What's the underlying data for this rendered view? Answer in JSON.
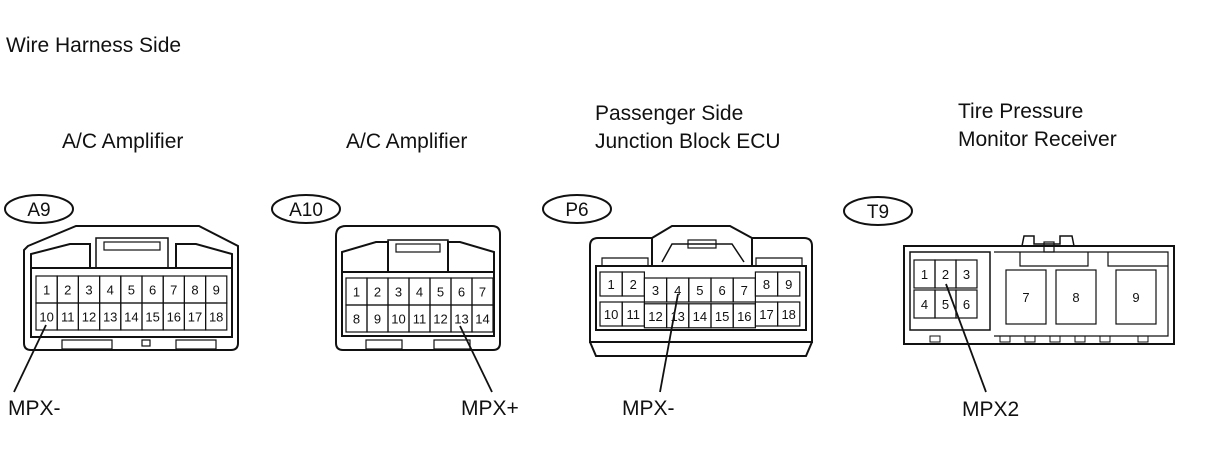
{
  "page_title": "Wire Harness Side",
  "connectors": [
    {
      "code": "A9",
      "name_lines": [
        "A/C Amplifier"
      ],
      "signal": "MPX-",
      "pins": [
        "1",
        "2",
        "3",
        "4",
        "5",
        "6",
        "7",
        "8",
        "9",
        "10",
        "11",
        "12",
        "13",
        "14",
        "15",
        "16",
        "17",
        "18"
      ]
    },
    {
      "code": "A10",
      "name_lines": [
        "A/C Amplifier"
      ],
      "signal": "MPX+",
      "pins": [
        "1",
        "2",
        "3",
        "4",
        "5",
        "6",
        "7",
        "8",
        "9",
        "10",
        "11",
        "12",
        "13",
        "14"
      ]
    },
    {
      "code": "P6",
      "name_lines": [
        "Passenger Side",
        "Junction Block ECU"
      ],
      "signal": "MPX-",
      "pins": [
        "1",
        "2",
        "3",
        "4",
        "5",
        "6",
        "7",
        "8",
        "9",
        "10",
        "11",
        "12",
        "13",
        "14",
        "15",
        "16",
        "17",
        "18"
      ]
    },
    {
      "code": "T9",
      "name_lines": [
        "Tire Pressure",
        "Monitor Receiver"
      ],
      "signal": "MPX2",
      "pins": [
        "1",
        "2",
        "3",
        "4",
        "5",
        "6",
        "7",
        "8",
        "9"
      ]
    }
  ]
}
